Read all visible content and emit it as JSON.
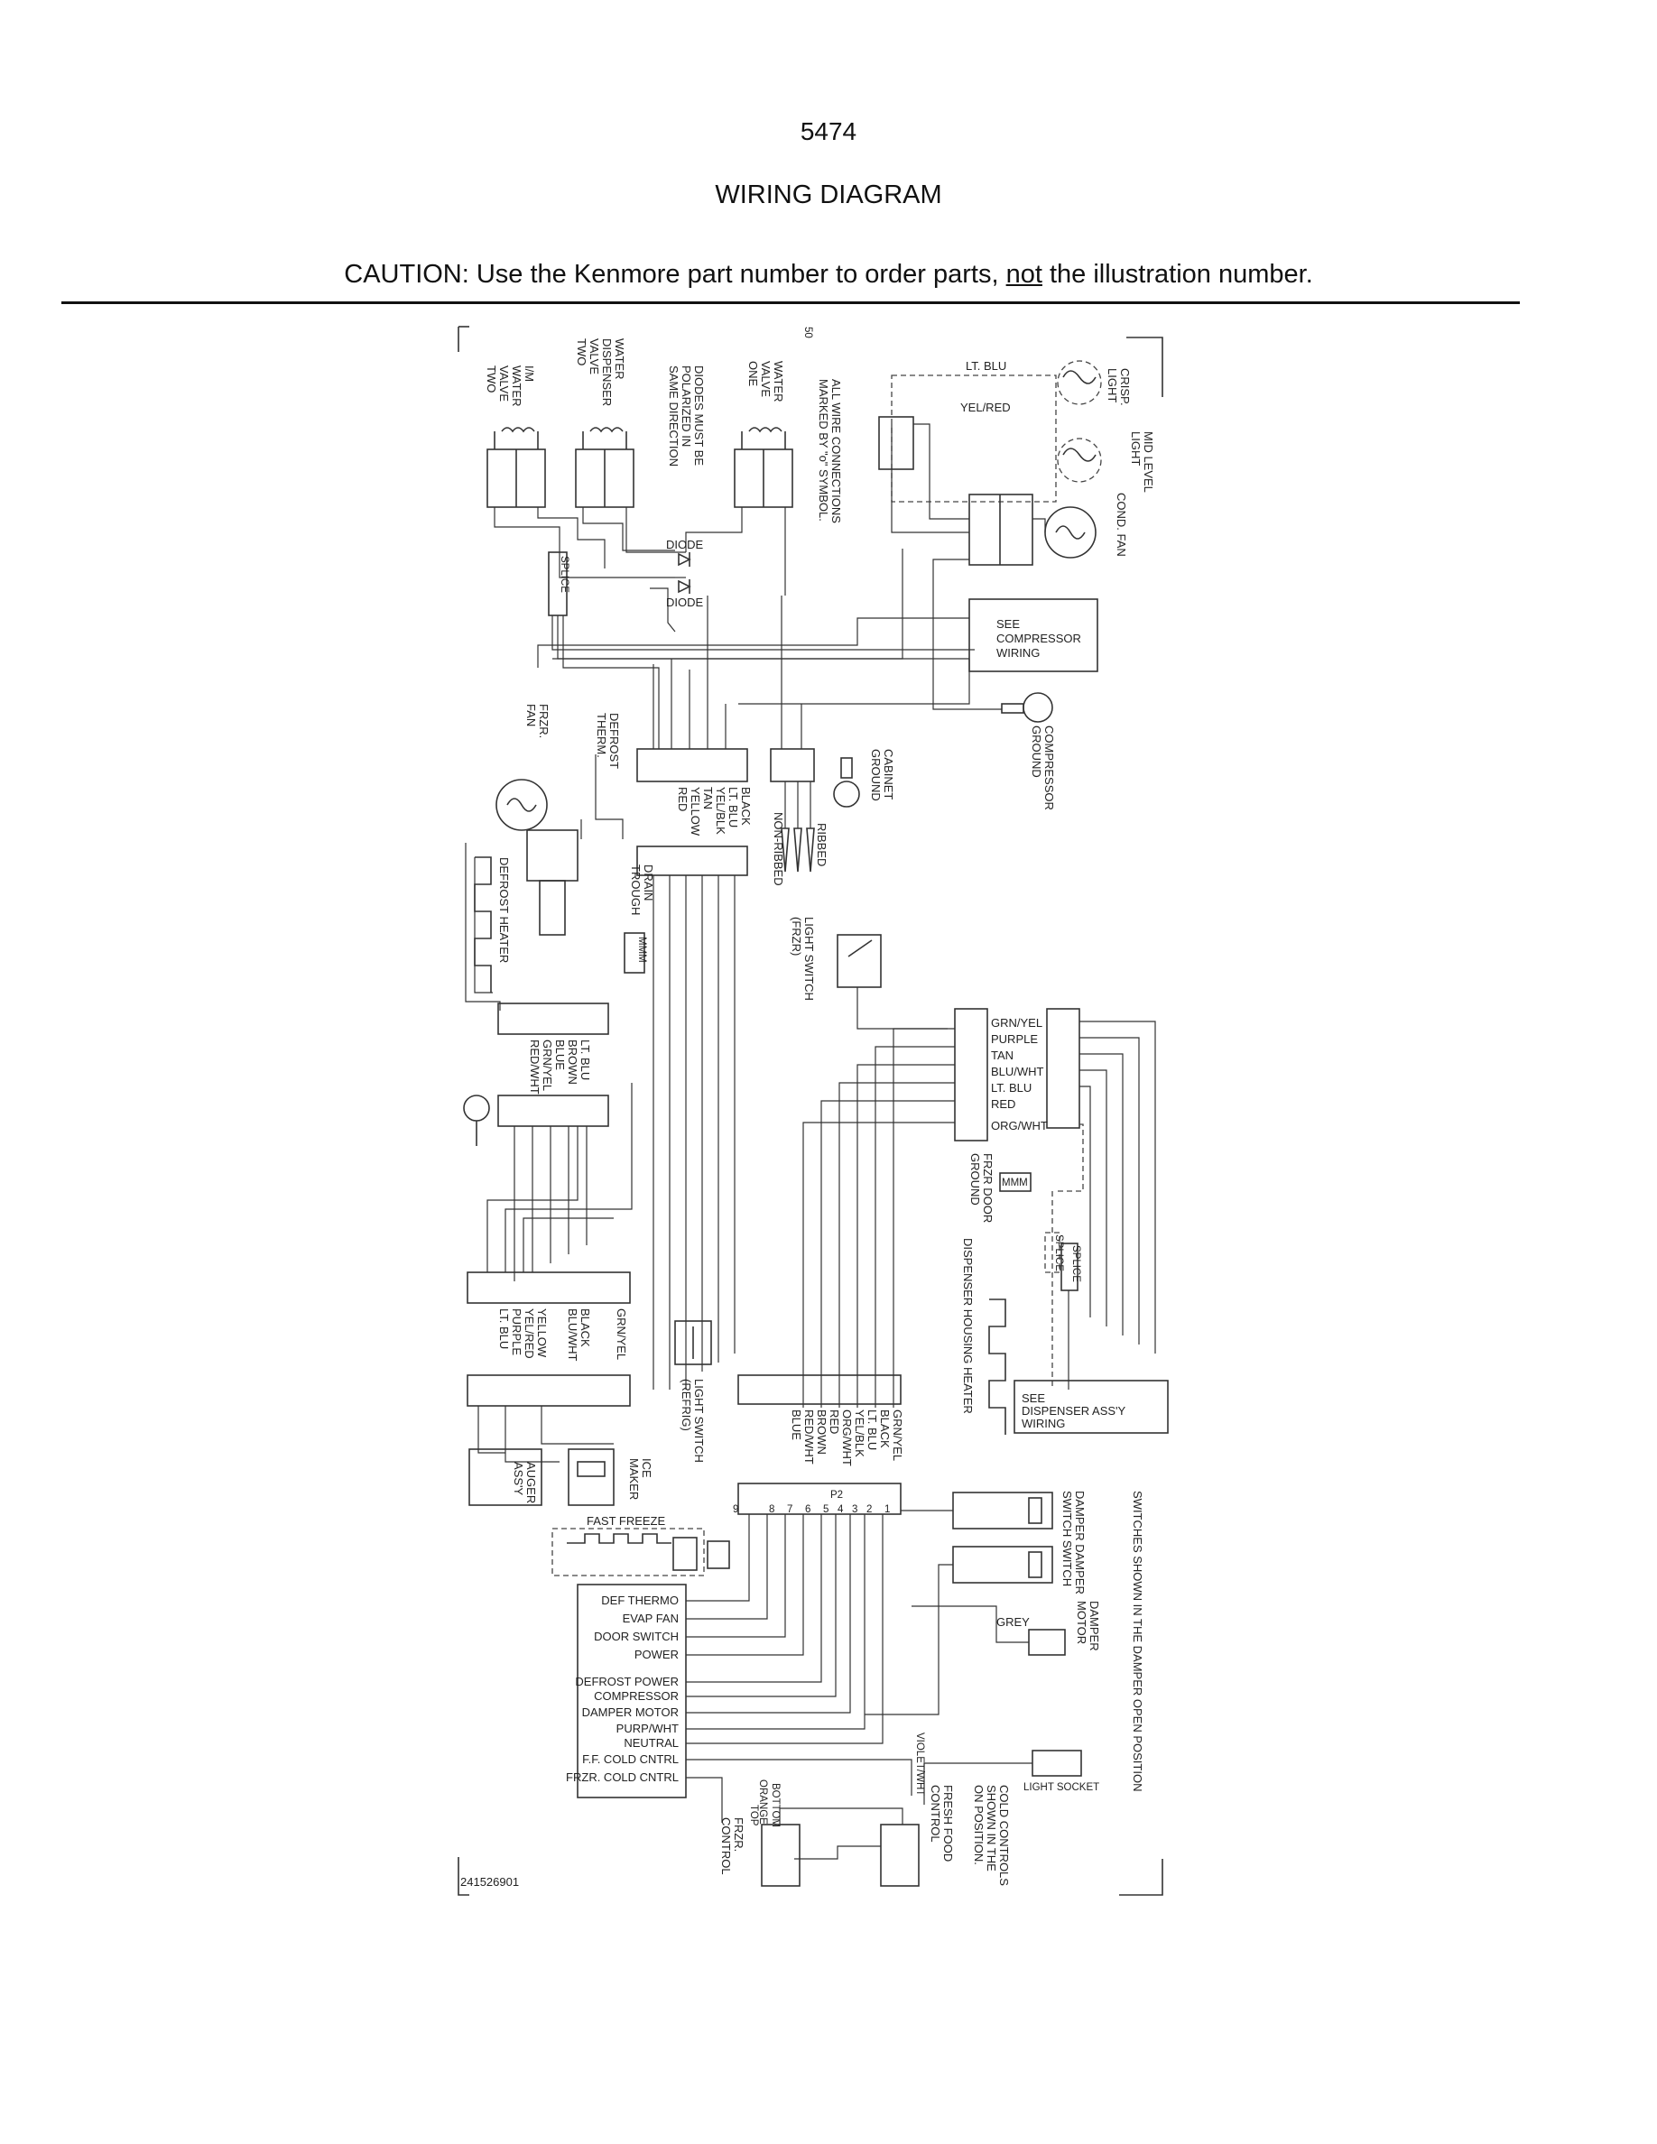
{
  "header": {
    "page_number": "5474",
    "title": "WIRING DIAGRAM",
    "caution_before": "CAUTION: Use the Kenmore part number to order parts, ",
    "caution_emphasis": "not",
    "caution_after": " the illustration number."
  },
  "diagram": {
    "figure_id": "241526901",
    "corner_mark": "50",
    "components": {
      "im_valve": [
        "I/M",
        "WATER",
        "VALVE",
        "TWO"
      ],
      "disp_valve": [
        "WATER",
        "DISPENSER",
        "VALVE",
        "TWO"
      ],
      "diodes_note": [
        "DIODES MUST BE",
        "POLARIZED IN",
        "SAME DIRECTION"
      ],
      "valve_one": [
        "WATER",
        "VALVE",
        "ONE"
      ],
      "all_wire_note": [
        "ALL WIRE CONNECTIONS",
        "MARKED BY \"o\" SYMBOL."
      ],
      "diode1": "DIODE",
      "diode2": "DIODE",
      "splice_top": "SPLICE",
      "lt_blu_top": "LT. BLU",
      "yel_red_top": "YEL/RED",
      "crisp_light": [
        "CRISP.",
        "LIGHT"
      ],
      "mid_level_light": [
        "MID LEVEL",
        "LIGHT"
      ],
      "cond_fan": [
        "COND. FAN"
      ],
      "see_compressor": [
        "SEE",
        "COMPRESSOR",
        "WIRING"
      ],
      "compressor_ground": [
        "COMPRESSOR",
        "GROUND"
      ],
      "cabinet_ground": [
        "CABINET",
        "GROUND"
      ],
      "frzr_fan": [
        "FRZR.",
        "FAN"
      ],
      "defrost_therm": [
        "DEFROST",
        "THERM."
      ],
      "conn1_wires": [
        "BLACK",
        "LT. BLU",
        "YEL/BLK",
        "TAN",
        "YELLOW",
        "RED"
      ],
      "ribbed": "RIBBED",
      "non_ribbed": "NON-RIBBED",
      "defrost_heater": "DEFROST HEATER",
      "drain_trough": [
        "DRAIN",
        "TROUGH"
      ],
      "light_switch_frzr": [
        "LIGHT SWITCH",
        "(FRZR)"
      ],
      "conn2_wires": [
        "LT. BLU",
        "BROWN",
        "BLUE",
        "GRN/YEL",
        "RED/WHT"
      ],
      "door_conn_wires": [
        "GRN/YEL",
        "PURPLE",
        "TAN",
        "BLU/WHT",
        "LT. BLU",
        "RED",
        "ORG/WHT"
      ],
      "frzr_door_ground": [
        "FRZR DOOR",
        "GROUND"
      ],
      "dispenser_housing_heater": "DISPENSER HOUSING HEATER",
      "splice_a": "SPLICE",
      "splice_b": "SPLICE",
      "see_dispenser": [
        "SEE",
        "DISPENSER ASS'Y",
        "WIRING"
      ],
      "conn3_wires": [
        "GRN/YEL",
        "BLACK",
        "BLU/WHT",
        "YELLOW",
        "YEL/RED",
        "PURPLE",
        "LT. BLU"
      ],
      "light_switch_refrig": [
        "LIGHT SWITCH",
        "(REFRIG)"
      ],
      "conn4_wires": [
        "GRN/YEL",
        "BLACK",
        "LT. BLU",
        "YEL/BLK",
        "ORG/WHT",
        "RED",
        "BROWN",
        "RED/WHT",
        "BLUE"
      ],
      "auger_assy": [
        "AUGER",
        "ASS'Y"
      ],
      "ice_maker": [
        "ICE",
        "MAKER"
      ],
      "p2": "P2",
      "p2_pins": [
        "9",
        "8",
        "7",
        "6",
        "5",
        "4",
        "3",
        "2",
        "1"
      ],
      "fast_freeze": "FAST FREEZE",
      "damper_switches": [
        "DAMPER DAMPER",
        "SWITCH SWITCH"
      ],
      "damper_motor": [
        "DAMPER",
        "MOTOR"
      ],
      "grey": "GREY",
      "control_inputs": [
        "DEF THERMO",
        "EVAP FAN",
        "DOOR SWITCH",
        "POWER",
        "DEFROST POWER",
        "COMPRESSOR",
        "DAMPER MOTOR",
        "PURP/WHT",
        "NEUTRAL",
        "F.F. COLD CNTRL",
        "FRZR. COLD CNTRL"
      ],
      "switches_note": [
        "SWITCHES SHOWN IN THE DAMPER OPEN POSITION"
      ],
      "cold_controls_note": [
        "COLD CONTROLS",
        "SHOWN IN THE",
        "ON POSITION."
      ],
      "fresh_food_control": [
        "FRESH FOOD",
        "CONTROL"
      ],
      "frzr_control": [
        "FRZR.",
        "CONTROL"
      ],
      "violet_wht": "VIOLET/WHT",
      "bottom": "BOTTOM",
      "top": "TOP",
      "orange": "ORANGE",
      "light_socket": "LIGHT SOCKET"
    }
  }
}
